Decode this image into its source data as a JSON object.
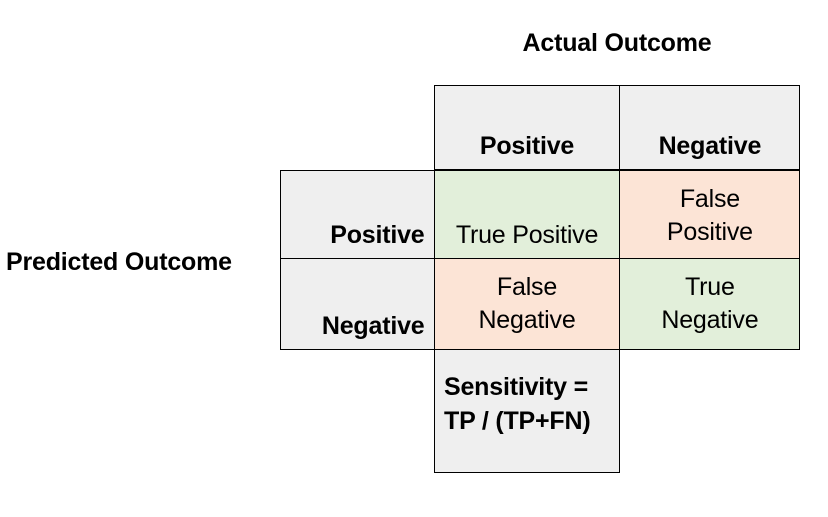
{
  "diagram": {
    "title_top": "Actual Outcome",
    "title_left": "Predicted Outcome",
    "column_headers": [
      "Positive",
      "Negative"
    ],
    "row_headers": [
      "Positive",
      "Negative"
    ],
    "cells": [
      {
        "id": "true-positive",
        "label": "True Positive",
        "color": "#e2efda"
      },
      {
        "id": "false-positive",
        "label": "False\nPositive",
        "color": "#fce4d6"
      },
      {
        "id": "false-negative",
        "label": "False\nNegative",
        "color": "#fce4d6"
      },
      {
        "id": "true-negative",
        "label": "True\nNegative",
        "color": "#e2efda"
      }
    ],
    "formula": {
      "line1": "Sensitivity =",
      "line2": "TP / (TP+FN)"
    },
    "colors": {
      "header_gray": "#efefef",
      "true_green": "#e2efda",
      "false_peach": "#fce4d6",
      "border": "#000000",
      "background": "#ffffff",
      "text": "#000000"
    }
  }
}
